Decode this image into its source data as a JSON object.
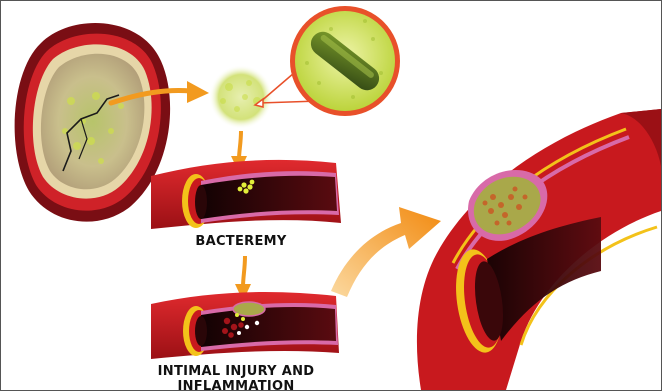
{
  "labels": {
    "bacteremy": "BACTEREMY",
    "intimal_line1": "INTIMAL INJURY AND",
    "intimal_line2": "INFLAMMATION"
  },
  "colors": {
    "vessel_outer": "#c8191e",
    "vessel_dark": "#7a0c10",
    "intima_pink": "#d86aa8",
    "elastic_yellow": "#f3c21a",
    "lumen_dark": "#2a0608",
    "bacteria_green": "#c6dc3a",
    "arrow_orange": "#f29a1f",
    "zoom_ring": "#e8502a",
    "rod_bacterium": "#4f6a1c",
    "abscess_tan": "#cdbd8e"
  },
  "icons": [
    "abscess-icon",
    "bacteria-cluster-icon",
    "magnified-bacterium-icon",
    "artery-bacteremy-icon",
    "artery-injury-icon",
    "artery-vegetation-icon",
    "arrow-icon"
  ]
}
